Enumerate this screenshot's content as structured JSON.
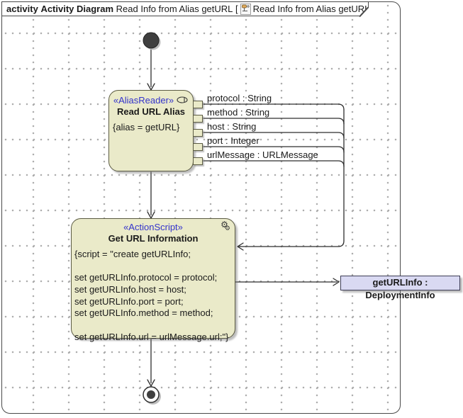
{
  "frame": {
    "header": {
      "kind": "activity",
      "diagram_type": "Activity Diagram",
      "diagram_name": "Read Info from Alias getURL",
      "bracket_open": "[",
      "ref_name": "Read Info from Alias getURL",
      "bracket_close": "]"
    }
  },
  "nodes": {
    "read_url_alias": {
      "stereotype": "«AliasReader»",
      "name": "Read URL Alias",
      "body": "{alias = getURL}"
    },
    "get_url_information": {
      "stereotype": "«ActionScript»",
      "name": "Get URL Information",
      "script": [
        "{script = \"create getURLInfo;",
        "",
        "set getURLInfo.protocol = protocol;",
        "set getURLInfo.host = host;",
        "set getURLInfo.port = port;",
        "set getURLInfo.method = method;",
        "",
        "set getURLInfo.url = urlMessage.url;\"}"
      ]
    },
    "geturlinfo_object": {
      "label": "getURLInfo : DeploymentInfo"
    }
  },
  "pins": [
    {
      "label": "protocol : String"
    },
    {
      "label": "method : String"
    },
    {
      "label": "host : String"
    },
    {
      "label": "port : Integer"
    },
    {
      "label": "urlMessage : URLMessage"
    }
  ],
  "colors": {
    "node_fill": "#EAEAC9",
    "node_border": "#5B5B43",
    "stereotype_text": "#3333CC",
    "object_node_fill": "#D9D9F2",
    "edge": "#2e2e2e",
    "frame_border": "#4a4a4a",
    "grid_dot": "#ababab"
  }
}
